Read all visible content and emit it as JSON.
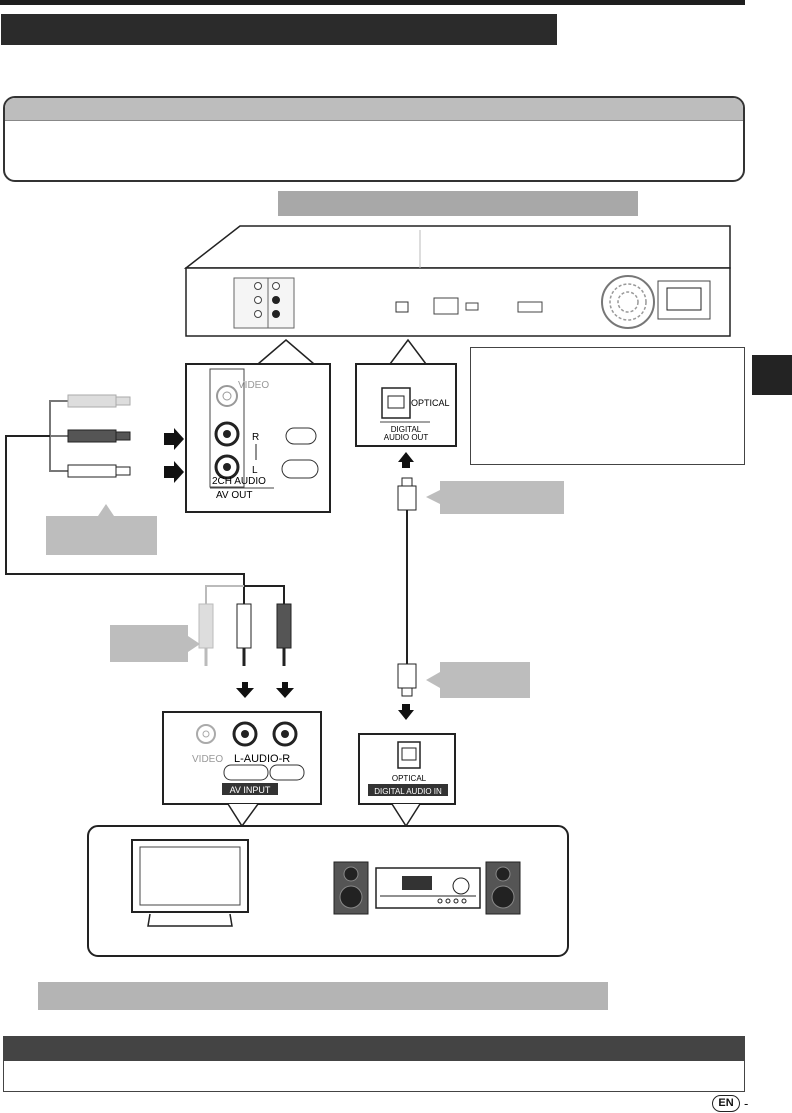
{
  "player_panel": {
    "jack_video": "VIDEO",
    "jack_r": "R",
    "jack_l": "L",
    "jack_2ch": "2CH AUDIO",
    "jack_av_out": "AV OUT",
    "optical": "OPTICAL",
    "digital_audio_out": "DIGITAL\nAUDIO OUT"
  },
  "tv_panel": {
    "video": "VIDEO",
    "l_audio_r": "L-AUDIO-R",
    "av_input": "AV INPUT"
  },
  "amp_panel": {
    "optical": "OPTICAL",
    "digital_audio_in": "DIGITAL AUDIO IN"
  },
  "badge": "EN",
  "page_dash": "-",
  "colors": {
    "title_bar": "#2b2b2b",
    "callout_gray": "#bdbdbd",
    "side_tab": "#232323"
  }
}
